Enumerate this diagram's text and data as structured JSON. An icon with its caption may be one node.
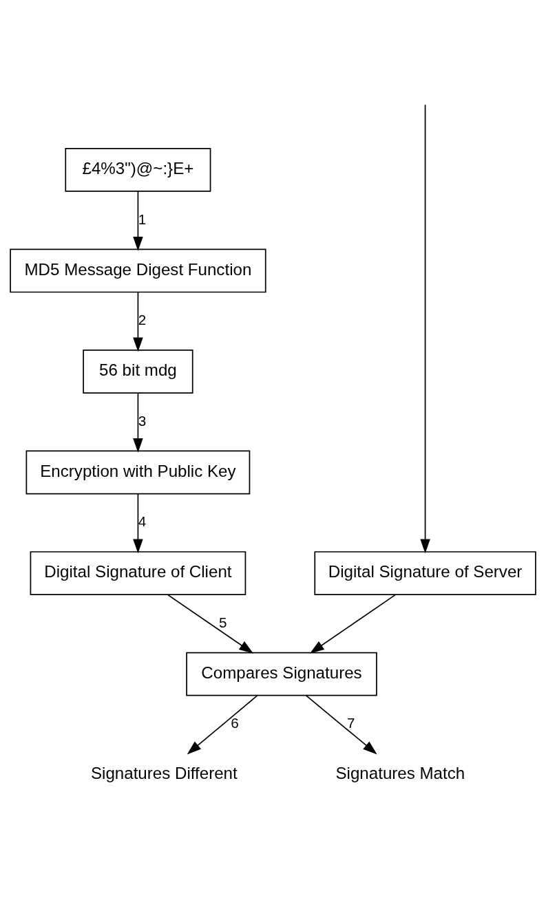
{
  "diagram": {
    "nodes": [
      {
        "text": [
          "£4%3\")@~:}E+"
        ]
      },
      {
        "text": [
          "MD5 Message Digest Function"
        ]
      },
      {
        "text": [
          "56 bit mdg"
        ]
      },
      {
        "text": [
          "Encryption with Public Key"
        ]
      },
      {
        "text": [
          "Digital Signature of Client"
        ]
      },
      {
        "text": [
          "Digital Signature of Server"
        ]
      },
      {
        "text": [
          "Compares Signatures"
        ]
      },
      {
        "text": [
          "Signatures Different"
        ]
      },
      {
        "text": [
          "Signatures Match"
        ]
      }
    ],
    "edges": [
      {
        "from": 0,
        "to": 1,
        "arrow": "to",
        "label": "1"
      },
      {
        "from": 1,
        "to": 2,
        "arrow": "to",
        "label": "2"
      },
      {
        "from": 2,
        "to": 3,
        "arrow": "to",
        "label": "3"
      },
      {
        "from": 3,
        "to": 4,
        "arrow": "to",
        "label": "4"
      },
      {
        "from": null,
        "to": 5,
        "arrow": "to"
      },
      {
        "from": 4,
        "to": 6,
        "arrow": "to",
        "label": "5"
      },
      {
        "from": 5,
        "to": 6,
        "arrow": "to"
      },
      {
        "from": 6,
        "to": 7,
        "arrow": "to",
        "label": "6"
      },
      {
        "from": 6,
        "to": 8,
        "arrow": "to",
        "label": "7"
      }
    ]
  }
}
